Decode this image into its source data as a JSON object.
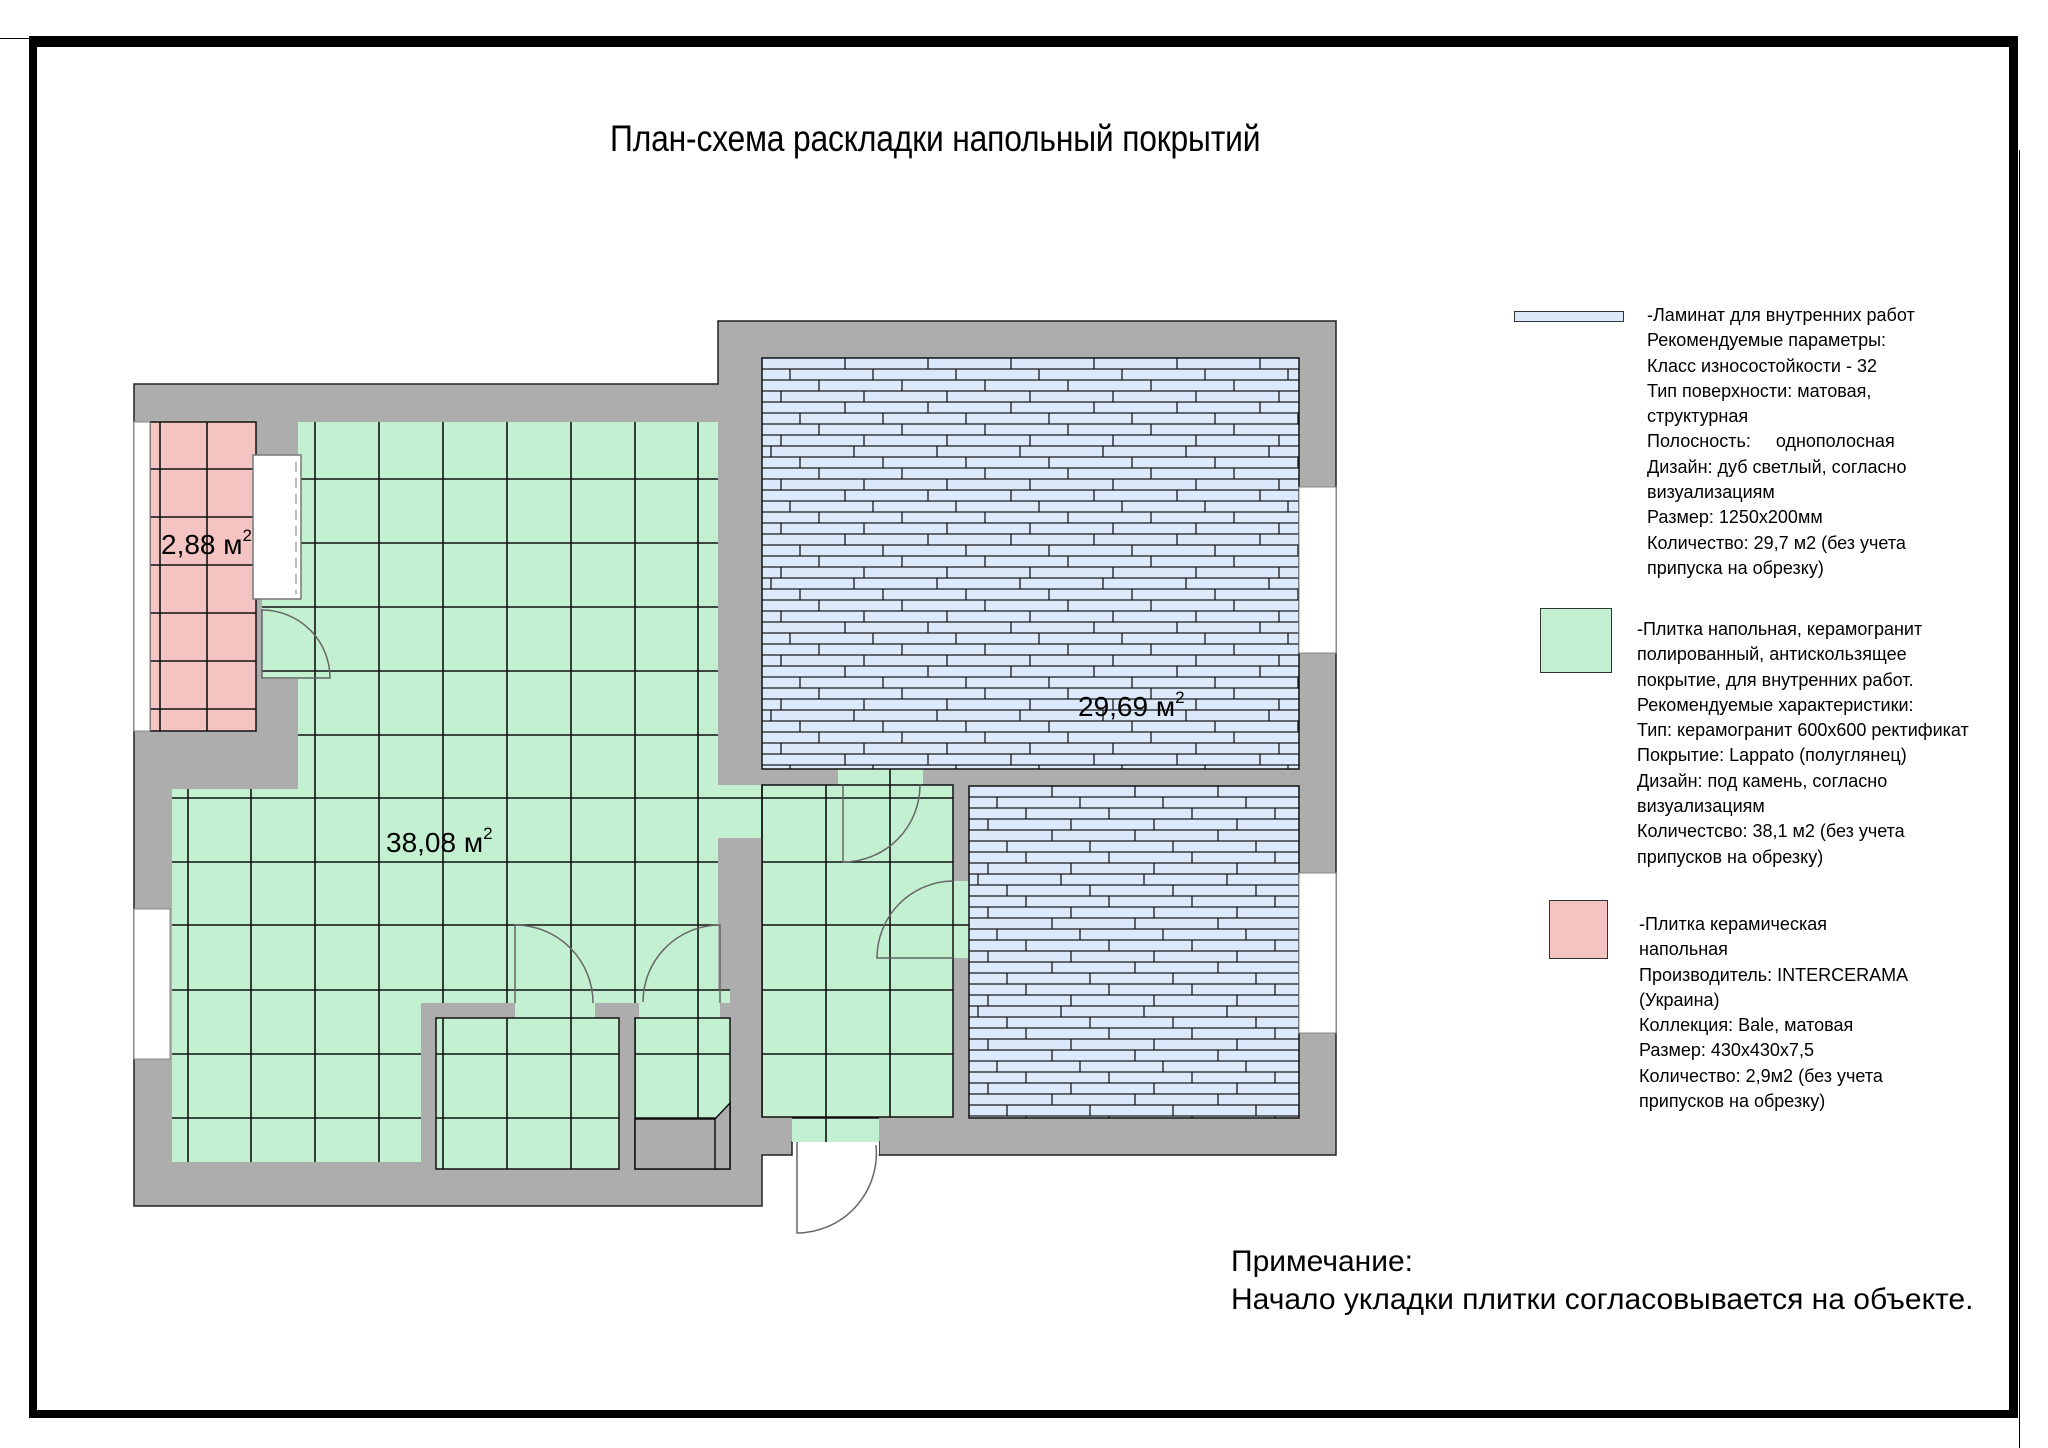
{
  "title": "План-схема раскладки напольный покрытий",
  "colors": {
    "wall": "#adadad",
    "laminate": "#dbe9fb",
    "porcelain_tile": "#c3f0d1",
    "ceramic_tile": "#f4c4c3",
    "frame": "#000000"
  },
  "rooms": [
    {
      "id": "balcony",
      "area": "2,88",
      "unit": "м",
      "exp": "2",
      "material": "ceramic_tile"
    },
    {
      "id": "living-kitchen-hall",
      "area": "38,08",
      "unit": "м",
      "exp": "2",
      "material": "porcelain_tile"
    },
    {
      "id": "bedroom",
      "area": "29,69",
      "unit": "м",
      "exp": "2",
      "material": "laminate"
    }
  ],
  "legend": [
    {
      "material": "laminate",
      "lines": [
        "-Ламинат для внутренних работ",
        "Рекомендуемые параметры:",
        "Класс износостойкости - 32",
        "Тип поверхности: матовая,",
        "структурная",
        "Полосность:     однополосная",
        "Дизайн: дуб светлый, согласно",
        "визуализациям",
        "Размер: 1250x200мм",
        "Количество: 29,7 м2 (без учета",
        "припуска на обрезку)"
      ]
    },
    {
      "material": "porcelain_tile",
      "lines": [
        "-Плитка напольная, керамогранит",
        "полированный, антискользящее",
        "покрытие, для внутренних работ.",
        "Рекомендуемые характеристики:",
        "Тип: керамогранит 600x600 ректификат",
        "Покрытие: Lappato (полуглянец)",
        "Дизайн: под камень, согласно",
        "визуализациям",
        "Количестсво: 38,1 м2 (без учета",
        "припусков на обрезку)"
      ]
    },
    {
      "material": "ceramic_tile",
      "lines": [
        "-Плитка керамическая",
        "напольная",
        "Производитель: INTERCERAMA",
        "(Украина)",
        "Коллекция: Bale, матовая",
        "Размер: 430x430x7,5",
        "Количество: 2,9м2 (без учета",
        "припусков на обрезку)"
      ]
    }
  ],
  "note": {
    "heading": "Примечание:",
    "text": "Начало укладки плитки согласовывается на объекте."
  }
}
